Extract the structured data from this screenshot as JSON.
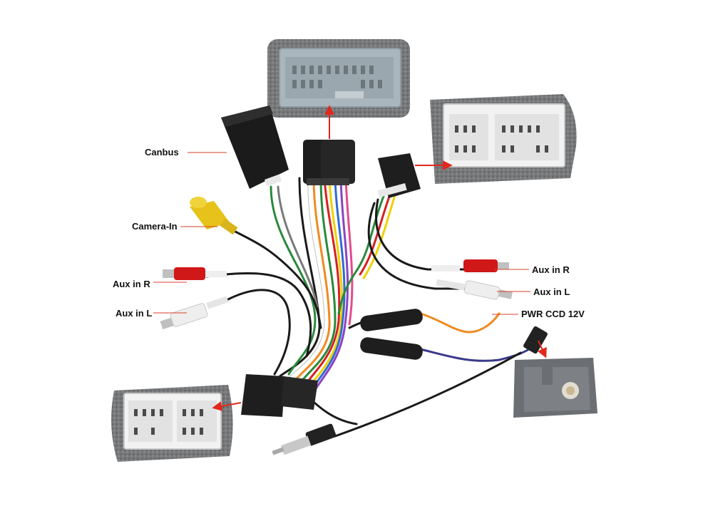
{
  "labels": {
    "canbus": "Canbus",
    "camera_in": "Camera-In",
    "aux_in_r_left": "Aux in R",
    "aux_in_l_left": "Aux in L",
    "aux_in_r_right": "Aux in R",
    "aux_in_l_right": "Aux in L",
    "pwr_ccd": "PWR CCD 12V"
  },
  "colors": {
    "leader_line": "#d9402a",
    "arrow": "#e0281c",
    "plug_body": "#1e1e1e",
    "connector_shell": "#d7dadd",
    "foam": "#777a7c",
    "rca_red": "#d01818",
    "rca_white": "#eeeeee",
    "rca_yellow": "#e6c21a",
    "label_text": "#111111"
  }
}
